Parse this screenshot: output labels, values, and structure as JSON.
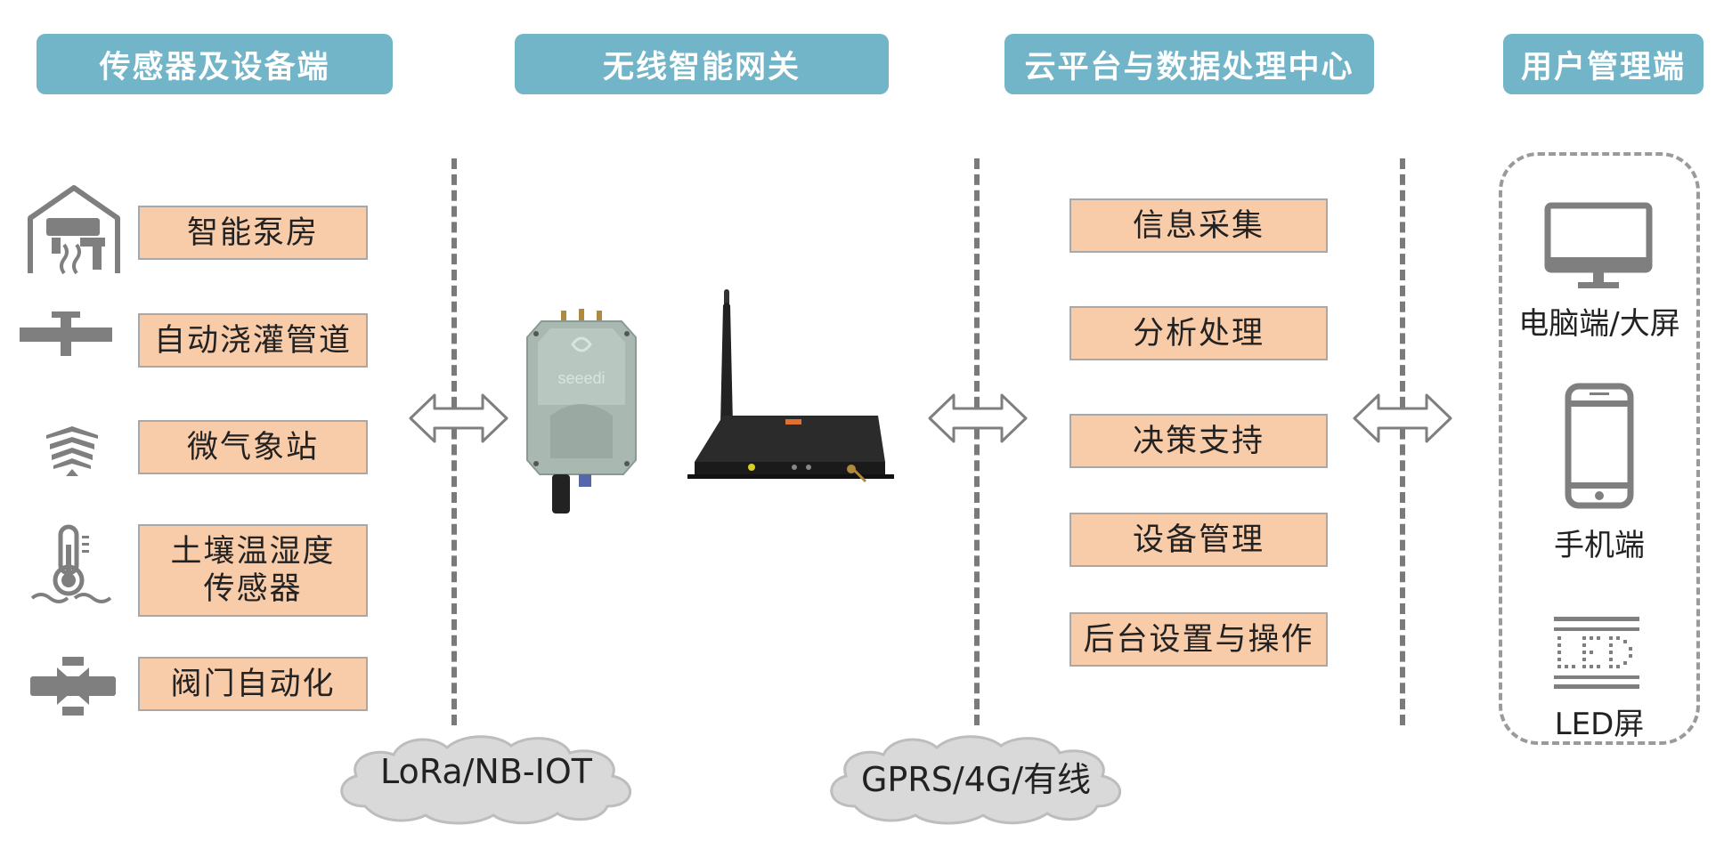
{
  "headers": [
    {
      "label": "传感器及设备端"
    },
    {
      "label": "无线智能网关"
    },
    {
      "label": "云平台与数据处理中心"
    },
    {
      "label": "用户管理端"
    }
  ],
  "sensors": [
    {
      "label": "智能泵房",
      "icon": "pump-house-icon"
    },
    {
      "label": "自动浇灌管道",
      "icon": "irrigation-pipe-icon"
    },
    {
      "label": "微气象站",
      "icon": "weather-station-icon"
    },
    {
      "label": "土壤温湿度\n传感器",
      "icon": "thermometer-icon"
    },
    {
      "label": "阀门自动化",
      "icon": "valve-icon"
    }
  ],
  "gateway": {
    "device_brand": "seeedi",
    "icons": [
      "lora-gateway-device-icon",
      "router-with-antenna-icon"
    ]
  },
  "cloud_functions": [
    {
      "label": "信息采集"
    },
    {
      "label": "分析处理"
    },
    {
      "label": "决策支持"
    },
    {
      "label": "设备管理"
    },
    {
      "label": "后台设置与操作"
    }
  ],
  "user_devices": [
    {
      "label": "电脑端/大屏",
      "icon": "monitor-icon"
    },
    {
      "label": "手机端",
      "icon": "smartphone-icon"
    },
    {
      "label": "LED屏",
      "icon": "led-screen-icon"
    }
  ],
  "links": [
    {
      "label": "LoRa/NB-IOT"
    },
    {
      "label": "GPRS/4G/有线"
    }
  ],
  "colors": {
    "header_bg": "#72b4c8",
    "box_bg": "#f8cba9",
    "icon_gray": "#7f7f7f",
    "divider": "#7a7a7a"
  }
}
